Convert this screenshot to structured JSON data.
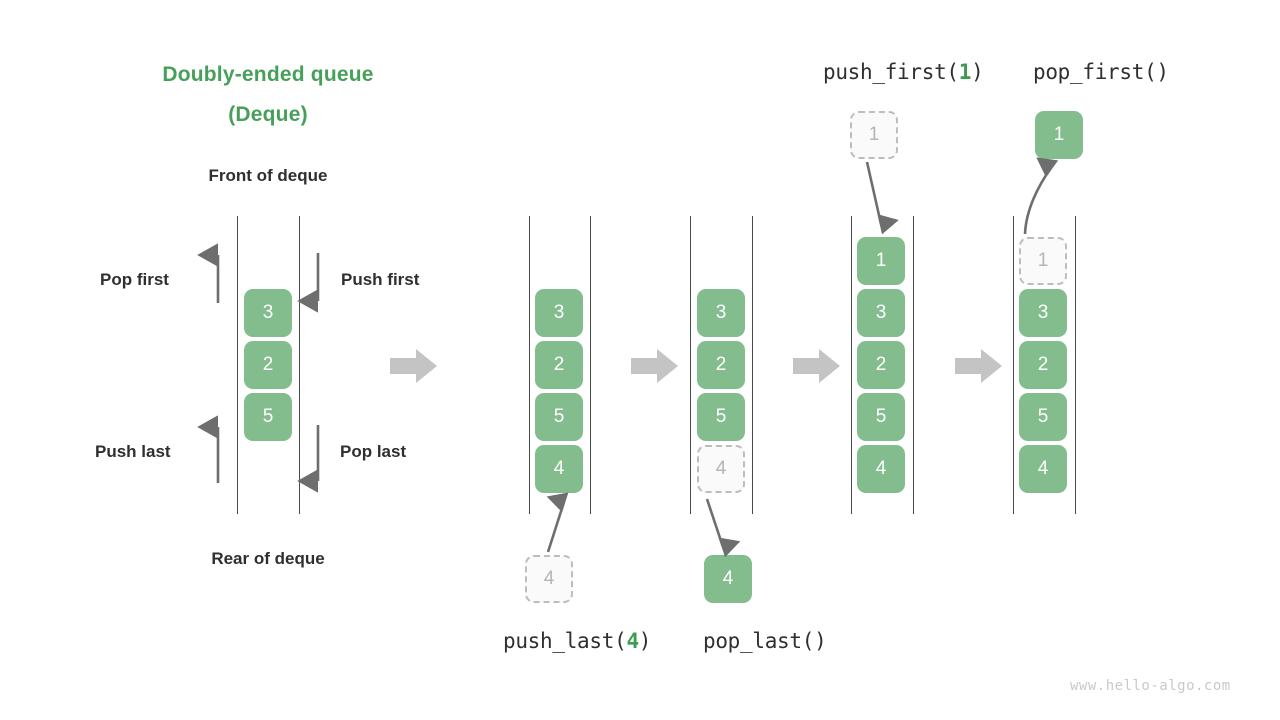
{
  "meta": {
    "watermark": "www.hello-algo.com",
    "colors": {
      "element": "#83bd8e",
      "ghost_fill": "#fafafa",
      "ghost_border": "#bdbdbd",
      "title_green": "#46a05a",
      "text_dark": "#2f2f2f",
      "rail": "#4a4a4a",
      "step_arrow": "#c4c4c4",
      "motion_arrow": "#6e6e6e",
      "watermark_text": "#c9c9c9"
    }
  },
  "title": {
    "line1": "Doubly-ended queue",
    "line2": "(Deque)"
  },
  "concept": {
    "front_label": "Front of deque",
    "rear_label": "Rear of deque",
    "pop_first_label": "Pop first",
    "push_first_label": "Push first",
    "push_last_label": "Push last",
    "pop_last_label": "Pop last",
    "elements": [
      "3",
      "2",
      "5"
    ]
  },
  "operations": {
    "push_first": {
      "name": "push_first(",
      "arg": "1",
      "close": ")"
    },
    "pop_first": {
      "name": "pop_first()"
    },
    "push_last": {
      "name": "push_last(",
      "arg": "4",
      "close": ")"
    },
    "pop_last": {
      "name": "pop_last()"
    }
  },
  "steps": [
    {
      "id": "step-push-last",
      "elements": [
        {
          "value": "3",
          "state": "filled"
        },
        {
          "value": "2",
          "state": "filled"
        },
        {
          "value": "5",
          "state": "filled"
        },
        {
          "value": "4",
          "state": "filled"
        }
      ],
      "detached": {
        "value": "4",
        "state": "ghost",
        "position": "below"
      }
    },
    {
      "id": "step-pop-last",
      "elements": [
        {
          "value": "3",
          "state": "filled"
        },
        {
          "value": "2",
          "state": "filled"
        },
        {
          "value": "5",
          "state": "filled"
        },
        {
          "value": "4",
          "state": "ghost"
        }
      ],
      "detached": {
        "value": "4",
        "state": "filled",
        "position": "below"
      }
    },
    {
      "id": "step-push-first",
      "elements": [
        {
          "value": "1",
          "state": "filled"
        },
        {
          "value": "3",
          "state": "filled"
        },
        {
          "value": "2",
          "state": "filled"
        },
        {
          "value": "5",
          "state": "filled"
        },
        {
          "value": "4",
          "state": "filled"
        }
      ],
      "detached": {
        "value": "1",
        "state": "ghost",
        "position": "above"
      }
    },
    {
      "id": "step-pop-first",
      "elements": [
        {
          "value": "1",
          "state": "ghost"
        },
        {
          "value": "3",
          "state": "filled"
        },
        {
          "value": "2",
          "state": "filled"
        },
        {
          "value": "5",
          "state": "filled"
        },
        {
          "value": "4",
          "state": "filled"
        }
      ],
      "detached": {
        "value": "1",
        "state": "filled",
        "position": "above"
      }
    }
  ]
}
